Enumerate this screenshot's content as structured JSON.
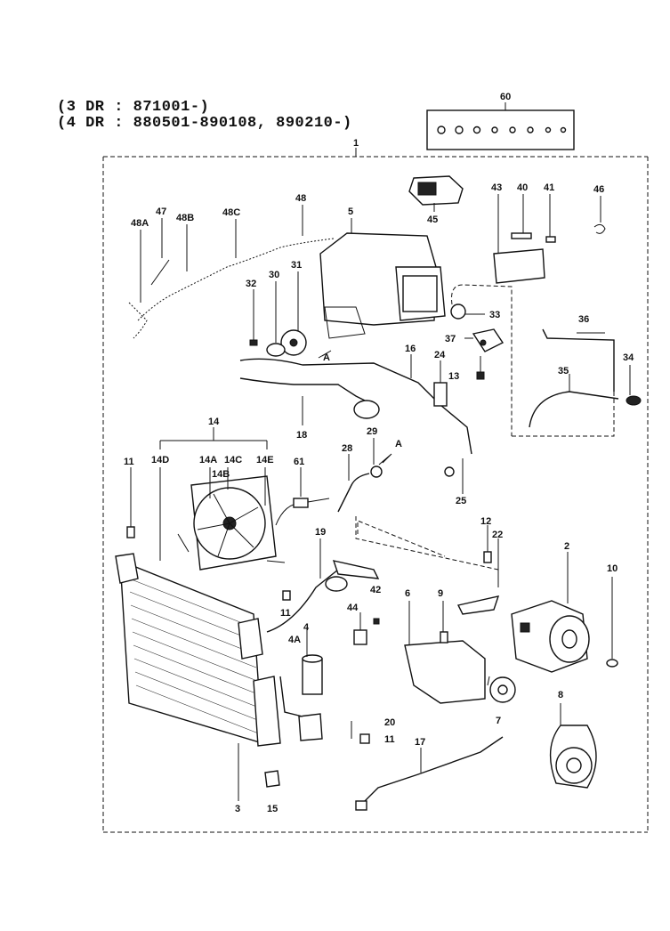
{
  "header": {
    "line1": "(3 DR : 871001-)",
    "line2": "(4 DR : 880501-890108, 890210-)"
  },
  "callouts": [
    {
      "id": "c60",
      "text": "60"
    },
    {
      "id": "c1",
      "text": "1"
    },
    {
      "id": "c45",
      "text": "45"
    },
    {
      "id": "c43",
      "text": "43"
    },
    {
      "id": "c40",
      "text": "40"
    },
    {
      "id": "c41",
      "text": "41"
    },
    {
      "id": "c46",
      "text": "46"
    },
    {
      "id": "c47",
      "text": "47"
    },
    {
      "id": "c48",
      "text": "48"
    },
    {
      "id": "c48A",
      "text": "48A"
    },
    {
      "id": "c48B",
      "text": "48B"
    },
    {
      "id": "c48C",
      "text": "48C"
    },
    {
      "id": "c5",
      "text": "5"
    },
    {
      "id": "c30",
      "text": "30"
    },
    {
      "id": "c31",
      "text": "31"
    },
    {
      "id": "c32",
      "text": "32"
    },
    {
      "id": "c33",
      "text": "33"
    },
    {
      "id": "c37",
      "text": "37"
    },
    {
      "id": "c36",
      "text": "36"
    },
    {
      "id": "c34",
      "text": "34"
    },
    {
      "id": "c35",
      "text": "35"
    },
    {
      "id": "c16",
      "text": "16"
    },
    {
      "id": "c24",
      "text": "24"
    },
    {
      "id": "c13",
      "text": "13"
    },
    {
      "id": "cA1",
      "text": "A"
    },
    {
      "id": "c18",
      "text": "18"
    },
    {
      "id": "c14",
      "text": "14"
    },
    {
      "id": "c14A",
      "text": "14A"
    },
    {
      "id": "c14C",
      "text": "14C"
    },
    {
      "id": "c14D",
      "text": "14D"
    },
    {
      "id": "c14B",
      "text": "14B"
    },
    {
      "id": "c14E",
      "text": "14E"
    },
    {
      "id": "c11a",
      "text": "11"
    },
    {
      "id": "c61",
      "text": "61"
    },
    {
      "id": "c28",
      "text": "28"
    },
    {
      "id": "c29",
      "text": "29"
    },
    {
      "id": "cA2",
      "text": "A"
    },
    {
      "id": "c25",
      "text": "25"
    },
    {
      "id": "c19",
      "text": "19"
    },
    {
      "id": "c12",
      "text": "12"
    },
    {
      "id": "c22",
      "text": "22"
    },
    {
      "id": "c2",
      "text": "2"
    },
    {
      "id": "c10",
      "text": "10"
    },
    {
      "id": "c11b",
      "text": "11"
    },
    {
      "id": "c42",
      "text": "42"
    },
    {
      "id": "c6",
      "text": "6"
    },
    {
      "id": "c9",
      "text": "9"
    },
    {
      "id": "c44",
      "text": "44"
    },
    {
      "id": "c4",
      "text": "4"
    },
    {
      "id": "c4A",
      "text": "4A"
    },
    {
      "id": "c7",
      "text": "7"
    },
    {
      "id": "c8",
      "text": "8"
    },
    {
      "id": "c20",
      "text": "20"
    },
    {
      "id": "c11c",
      "text": "11"
    },
    {
      "id": "c17",
      "text": "17"
    },
    {
      "id": "c3",
      "text": "3"
    },
    {
      "id": "c15",
      "text": "15"
    }
  ]
}
